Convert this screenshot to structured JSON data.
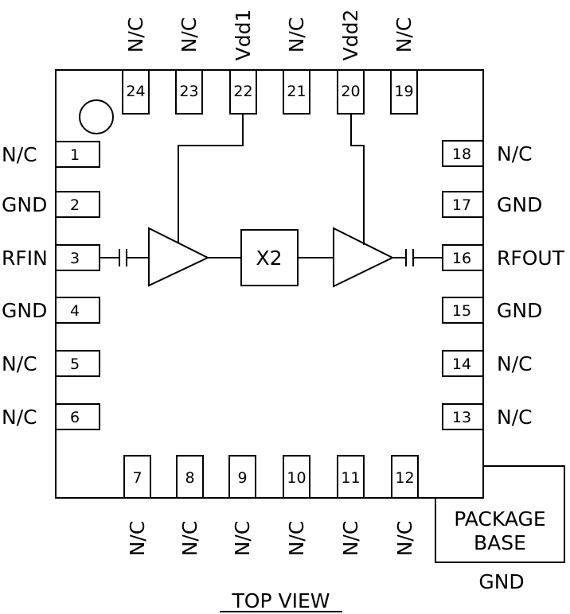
{
  "pins": {
    "top": [
      {
        "num": "24",
        "name": "N/C"
      },
      {
        "num": "23",
        "name": "N/C"
      },
      {
        "num": "22",
        "name": "Vdd1"
      },
      {
        "num": "21",
        "name": "N/C"
      },
      {
        "num": "20",
        "name": "Vdd2"
      },
      {
        "num": "19",
        "name": "N/C"
      }
    ],
    "left": [
      {
        "num": "1",
        "name": "N/C"
      },
      {
        "num": "2",
        "name": "GND"
      },
      {
        "num": "3",
        "name": "RFIN"
      },
      {
        "num": "4",
        "name": "GND"
      },
      {
        "num": "5",
        "name": "N/C"
      },
      {
        "num": "6",
        "name": "N/C"
      }
    ],
    "right": [
      {
        "num": "18",
        "name": "N/C"
      },
      {
        "num": "17",
        "name": "GND"
      },
      {
        "num": "16",
        "name": "RFOUT"
      },
      {
        "num": "15",
        "name": "GND"
      },
      {
        "num": "14",
        "name": "N/C"
      },
      {
        "num": "13",
        "name": "N/C"
      }
    ],
    "bottom": [
      {
        "num": "7",
        "name": "N/C"
      },
      {
        "num": "8",
        "name": "N/C"
      },
      {
        "num": "9",
        "name": "N/C"
      },
      {
        "num": "10",
        "name": "N/C"
      },
      {
        "num": "11",
        "name": "N/C"
      },
      {
        "num": "12",
        "name": "N/C"
      }
    ]
  },
  "multiplier_label": "X2",
  "package_base": {
    "line1": "PACKAGE",
    "line2": "BASE",
    "pin_name": "GND"
  },
  "view_label": "TOP VIEW"
}
